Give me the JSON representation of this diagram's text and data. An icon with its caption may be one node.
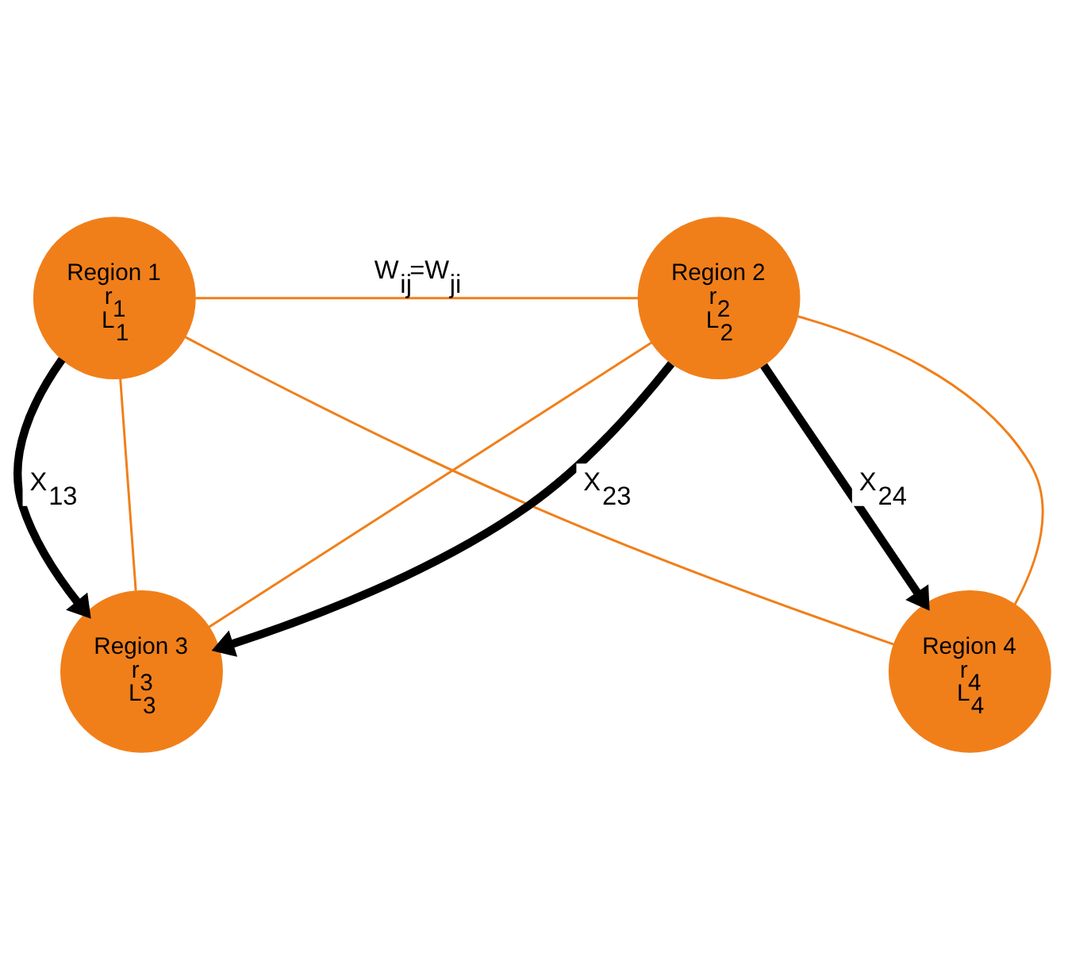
{
  "diagram": {
    "nodes": [
      {
        "text": [
          "Region 1",
          "r$_{1}$",
          "L$_{1}$"
        ]
      },
      {
        "text": [
          "Region 2",
          "r$_{2}$",
          "L$_{2}$"
        ]
      },
      {
        "text": [
          "Region 3",
          "r$_{3}$",
          "L$_{3}$"
        ]
      },
      {
        "text": [
          "Region 4",
          "r$_{4}$",
          "L$_{4}$"
        ]
      }
    ],
    "edges": [
      {
        "from": 0,
        "to": 1,
        "arrow": "none",
        "label": "W$_{ij}$=W$_{ji}$",
        "color": "#f07f1a"
      },
      {
        "from": 0,
        "to": 2,
        "arrow": "none",
        "color": "#f07f1a"
      },
      {
        "from": 0,
        "to": 3,
        "arrow": "none",
        "color": "#f07f1a"
      },
      {
        "from": 1,
        "to": 2,
        "arrow": "none",
        "color": "#f07f1a"
      },
      {
        "from": 1,
        "to": 3,
        "arrow": "none",
        "color": "#f07f1a"
      },
      {
        "from": 0,
        "to": 2,
        "arrow": "to",
        "label": "X$_{13}$",
        "style": "thick",
        "color": "#000000"
      },
      {
        "from": 1,
        "to": 2,
        "arrow": "to",
        "label": "X$_{23}$",
        "style": "thick",
        "color": "#000000"
      },
      {
        "from": 1,
        "to": 3,
        "arrow": "to",
        "label": "X$_{24}$",
        "style": "thick",
        "color": "#000000"
      }
    ]
  }
}
